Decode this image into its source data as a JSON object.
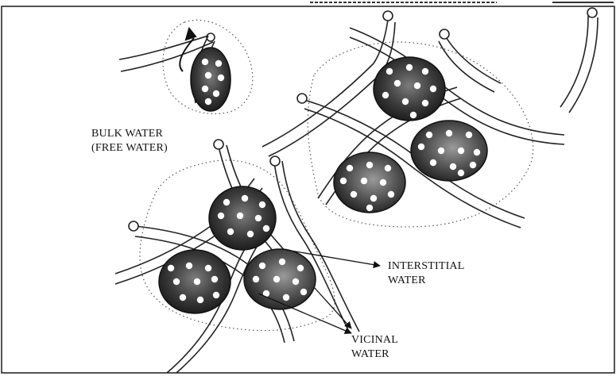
{
  "labels": {
    "bulk_water_line1": "BULK WATER",
    "bulk_water_line2": "(FREE WATER)",
    "interstitial_line1": "INTERSTITIAL",
    "interstitial_line2": "WATER",
    "vicinal_line1": "VICINAL",
    "vicinal_line2": "WATER"
  },
  "colors": {
    "frame": "#1a1a1a",
    "particle_fill": "#3a3a3a",
    "particle_dark": "#1c1c1c",
    "particle_light": "#8a8a8a",
    "pore": "#ffffff",
    "tube_outline": "#222222",
    "dotted_boundary": "#555555"
  }
}
